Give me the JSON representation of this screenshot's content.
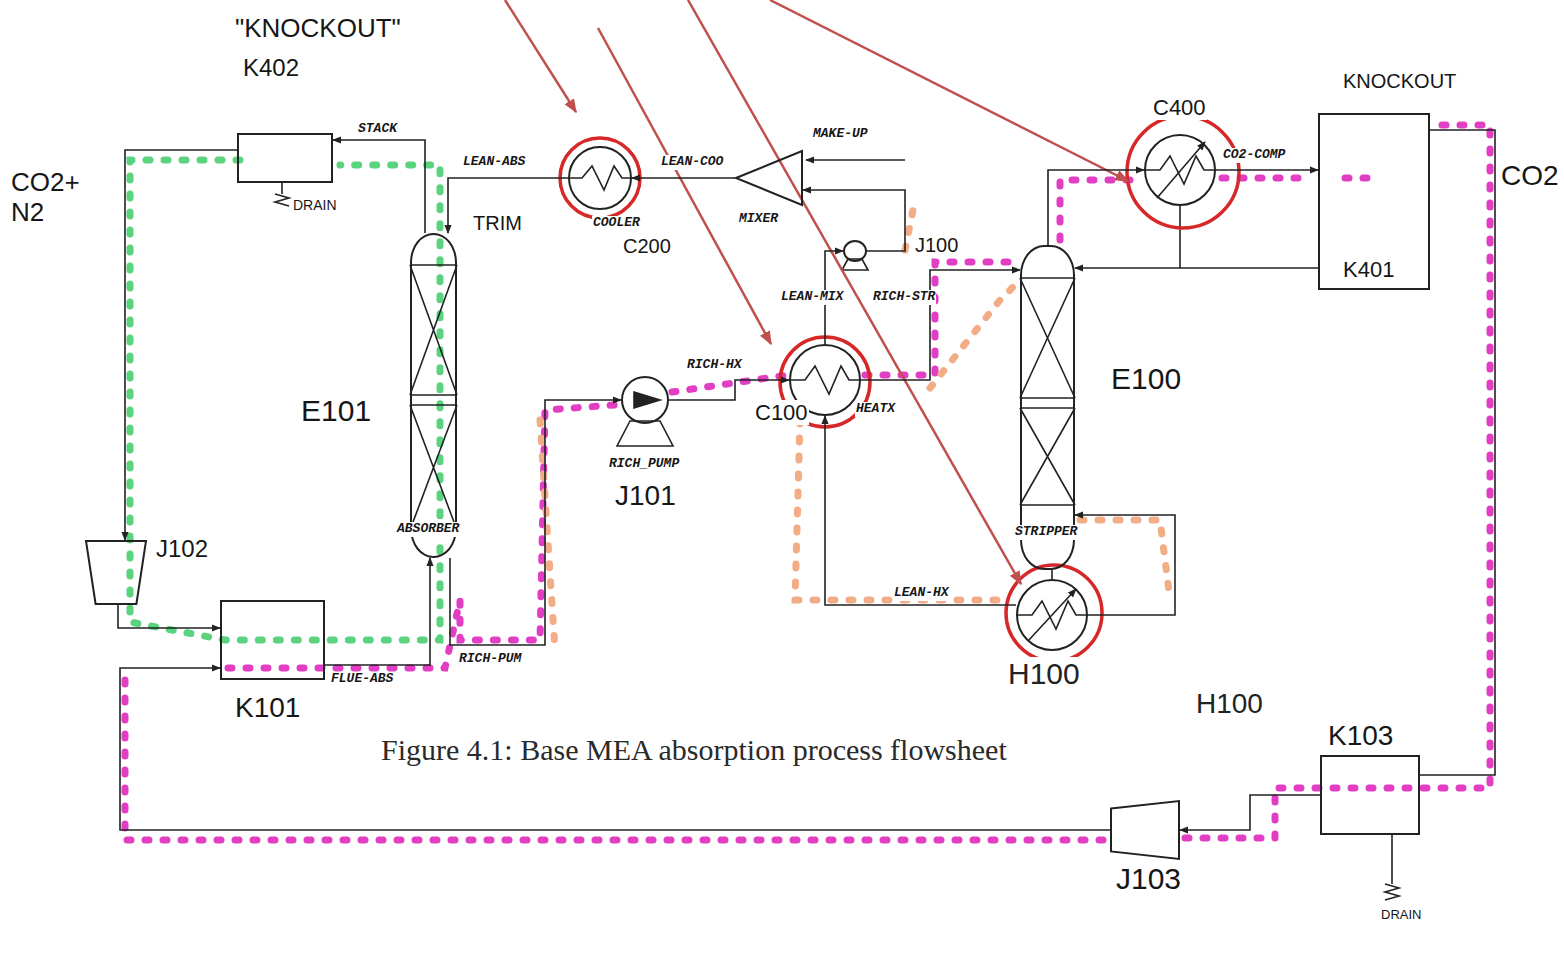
{
  "diagram": {
    "caption": "Figure 4.1: Base MEA absorption process flowsheet",
    "nodes": [
      {
        "text": [
          "\"KNOCKOUT\"",
          "K402"
        ]
      },
      {
        "text": [
          "E101",
          "ABSORBER"
        ]
      },
      {
        "text": [
          "TRIM",
          "COOLER",
          "C200"
        ]
      },
      {
        "text": [
          "MIXER"
        ]
      },
      {
        "text": [
          "J100"
        ]
      },
      {
        "text": [
          "RICH_PUMP",
          "J101"
        ]
      },
      {
        "text": [
          "C100",
          "HEATX"
        ]
      },
      {
        "text": [
          "E100",
          "STRIPPER"
        ]
      },
      {
        "text": [
          "C400"
        ]
      },
      {
        "text": [
          "KNOCKOUT",
          "K401"
        ]
      },
      {
        "text": [
          "H100"
        ]
      },
      {
        "text": [
          "K101"
        ]
      },
      {
        "text": [
          "J102"
        ]
      },
      {
        "text": [
          "K103"
        ]
      },
      {
        "text": [
          "J103"
        ]
      }
    ],
    "edges": [
      {
        "from": 1,
        "to": 0,
        "arrow": "to",
        "label": "STACK"
      },
      {
        "from": 0,
        "to": 12,
        "arrow": "to",
        "label": "CO2+ N2"
      },
      {
        "from": 12,
        "to": 11,
        "arrow": "to"
      },
      {
        "from": 11,
        "to": 1,
        "arrow": "to",
        "label": "FLUE-ABS"
      },
      {
        "from": 1,
        "to": 5,
        "arrow": "to",
        "label": "RICH-PUM"
      },
      {
        "from": 5,
        "to": 6,
        "arrow": "to",
        "label": "RICH-HX"
      },
      {
        "from": 6,
        "to": 7,
        "arrow": "to",
        "label": "RICH-STR"
      },
      {
        "from": 7,
        "to": 10,
        "arrow": "none"
      },
      {
        "from": 10,
        "to": 7,
        "arrow": "to"
      },
      {
        "from": 10,
        "to": 6,
        "arrow": "to",
        "label": "LEAN-HX"
      },
      {
        "from": 6,
        "to": 4,
        "arrow": "to",
        "label": "LEAN-MIX"
      },
      {
        "from": 4,
        "to": 3,
        "arrow": "to"
      },
      {
        "from": 3,
        "to": 2,
        "arrow": "to",
        "label": "LEAN-COO"
      },
      {
        "from": 2,
        "to": 1,
        "arrow": "to",
        "label": "LEAN-ABS"
      },
      {
        "from": 7,
        "to": 8,
        "arrow": "to"
      },
      {
        "from": 8,
        "to": 9,
        "arrow": "to",
        "label": "CO2-COMP"
      },
      {
        "from": 9,
        "to": 7,
        "arrow": "to"
      },
      {
        "from": 9,
        "to": 13,
        "arrow": "none",
        "label": "CO2"
      },
      {
        "from": 13,
        "to": 14,
        "arrow": "to"
      },
      {
        "from": 14,
        "to": 11,
        "arrow": "to"
      }
    ],
    "labels": [
      "DRAIN",
      "DRAIN",
      "MAKE-UP",
      "H100"
    ]
  }
}
